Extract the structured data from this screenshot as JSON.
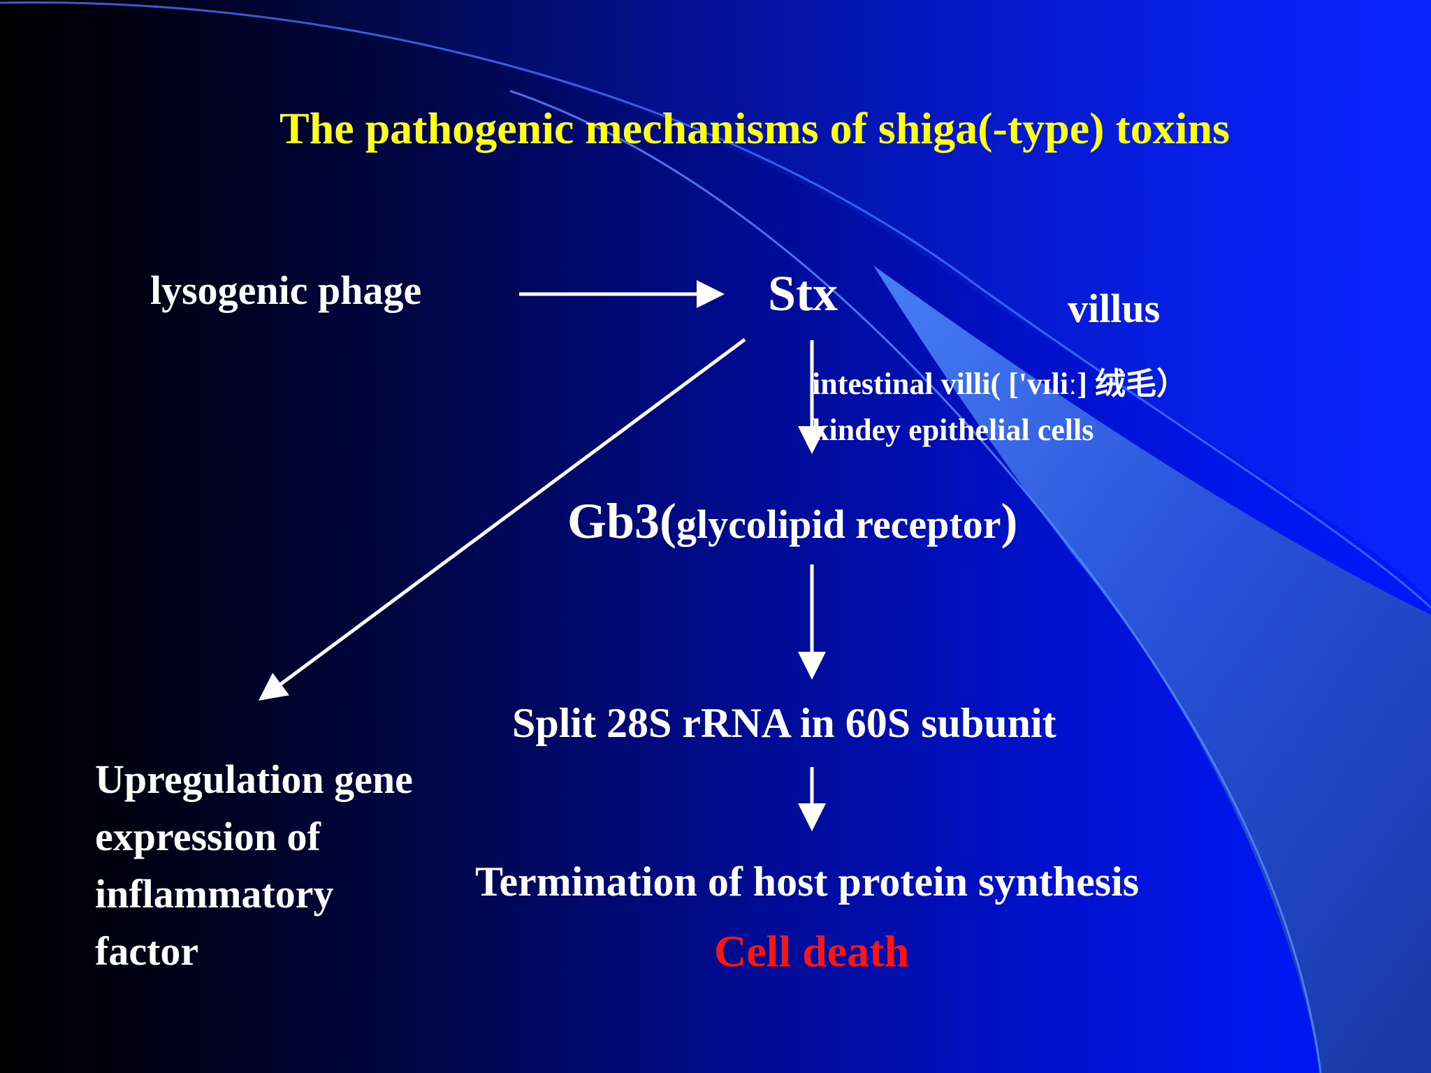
{
  "slide": {
    "title": "The pathogenic mechanisms of shiga(-type) toxins",
    "source_label": "lysogenic phage",
    "toxin_label": "Stx",
    "villus_label": "villus",
    "target_line_1_prefix": "intestinal villi( ['vɪliː] ",
    "target_line_1_cjk": "绒毛）",
    "target_line_2": "kindey epithelial cells",
    "receptor": {
      "main": "Gb3(",
      "detail": "glycolipid receptor",
      "close": ")"
    },
    "split_step": "Split 28S rRNA in 60S subunit",
    "termination_step": "Termination of host protein synthesis",
    "outcome": "Cell death",
    "inflammation_lines": [
      "Upregulation gene",
      "expression of",
      "inflammatory",
      "factor"
    ]
  },
  "colors": {
    "title": "#ffff1a",
    "body_text": "#ffffff",
    "outcome": "#ff1414",
    "background_dark": "#000000",
    "background_blue": "#0018fa",
    "arc_highlight": "#3c78ff"
  }
}
